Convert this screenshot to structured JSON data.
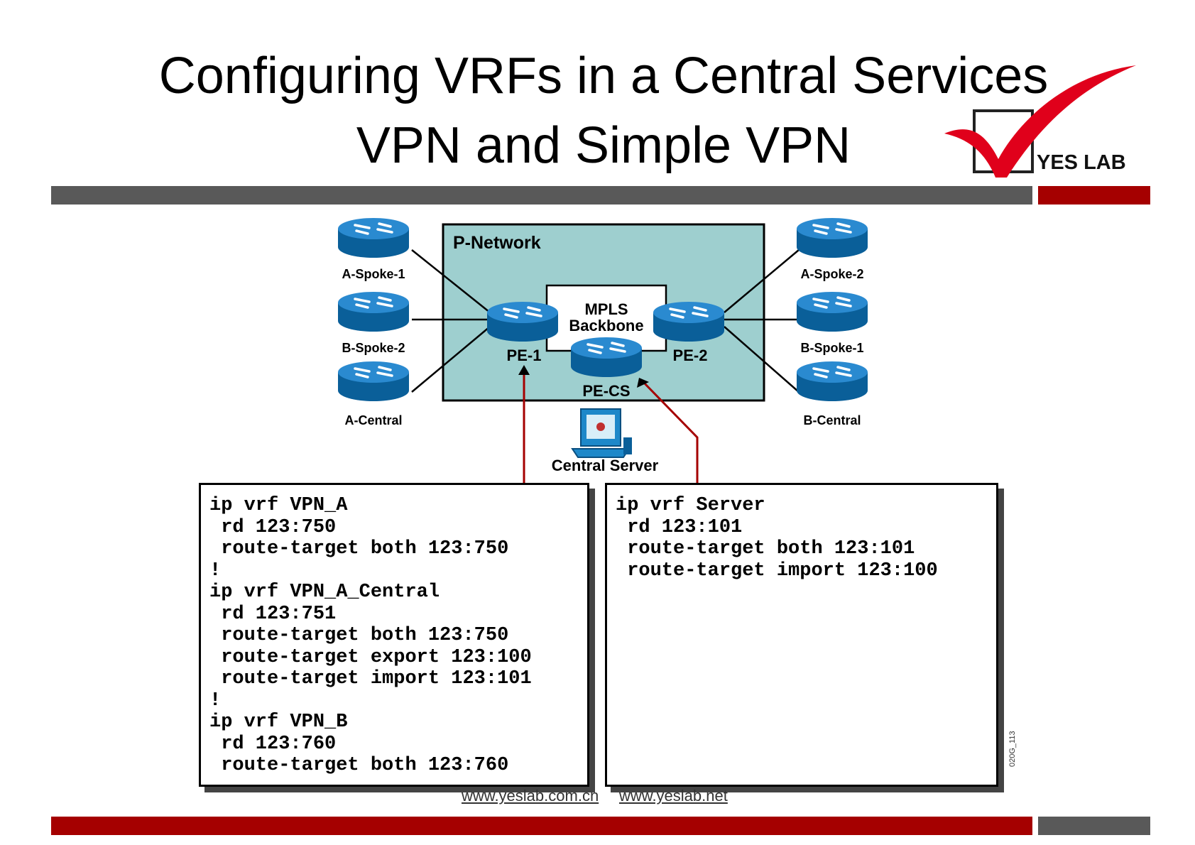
{
  "header": {
    "title_line1": "Configuring VRFs in a Central Services",
    "title_line2": "VPN and Simple VPN"
  },
  "logo": {
    "text": "YES LAB",
    "icon": "checkmark-icon"
  },
  "colors": {
    "accent_red": "#a50000",
    "bar_gray": "#595959",
    "network_fill": "#9ecfcf",
    "router_blue": "#0c73b6"
  },
  "diagram": {
    "p_network_label": "P-Network",
    "mpls_label_1": "MPLS",
    "mpls_label_2": "Backbone",
    "routers": {
      "a_spoke_1": "A-Spoke-1",
      "b_spoke_2": "B-Spoke-2",
      "a_central": "A-Central",
      "a_spoke_2": "A-Spoke-2",
      "b_spoke_1": "B-Spoke-1",
      "b_central": "B-Central",
      "pe1": "PE-1",
      "pe2": "PE-2",
      "pecs": "PE-CS"
    },
    "server_label": "Central Server"
  },
  "config_left": [
    "ip vrf VPN_A",
    " rd 123:750",
    " route-target both 123:750",
    "!",
    "ip vrf VPN_A_Central",
    " rd 123:751",
    " route-target both 123:750",
    " route-target export 123:100",
    " route-target import 123:101",
    "!",
    "ip vrf VPN_B",
    " rd 123:760",
    " route-target both 123:760"
  ],
  "config_right": [
    "ip vrf Server",
    " rd 123:101",
    " route-target both 123:101",
    " route-target import 123:100"
  ],
  "footer": {
    "link1": "www.yeslab.com.cn",
    "link2": "www.yeslab.net",
    "figure_code": "020G_113"
  }
}
